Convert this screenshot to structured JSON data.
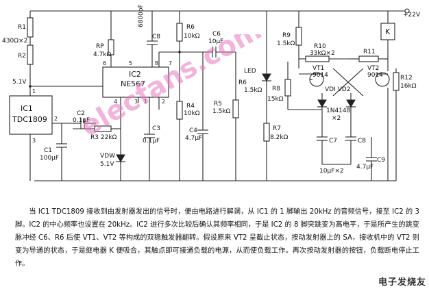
{
  "components": {
    "r1": "R1",
    "r1_val": "430Ω×2",
    "r2": "R2",
    "v51": "5.1V",
    "ic1_name": "IC1",
    "ic1_part": "TDC1809",
    "ic1_pin1": "1",
    "ic1_pin2": "2",
    "ic1_pin3": "3",
    "c1": "C1",
    "c1_val": "100μF",
    "c2": "C2",
    "c2_val": "0.1μF",
    "r3": "R3 22kΩ",
    "vdw": "VDW",
    "vdw_val": "5.1V",
    "rp": "RP",
    "rp_val": "4.7kΩ",
    "c8a": "C8",
    "c8a_val": "6800pF",
    "ic2_name": "IC2",
    "ic2_part": "NE567",
    "ic2_pin6": "6",
    "ic2_pin5": "5",
    "ic2_pin8": "8",
    "ic2_pin7": "7",
    "ic2_pin4": "4",
    "ic2_pin3": "3",
    "ic2_pin1": "1",
    "ic2_pin2": "2",
    "r6a": "R6",
    "r6a_val": "10kΩ",
    "c6": "C6",
    "c6_val": "10μF",
    "c3": "C3",
    "c3_val": "0.1μF",
    "r4": "R4",
    "r4_val": "10kΩ",
    "c4": "C4",
    "c4_val": "4.7μF",
    "r5": "R5",
    "r5_val": "1.5kΩ",
    "led": "LED",
    "r6b": "R6",
    "r6b_val": "1.5kΩ",
    "r8": "R8",
    "r8_val": "15kΩ",
    "r9": "R9",
    "r9_val": "1.5kΩ",
    "r7": "R7",
    "r7_val": "8.2kΩ",
    "r10": "R10",
    "r10_val": "33kΩ×2",
    "vt1": "VT1",
    "vt1_part": "9014",
    "vd": "VDI VD2",
    "diode_part": "1N4148",
    "diode_qty": "×2",
    "c7": "C7",
    "c8b": "C8",
    "c78_val": "10μF×2",
    "r11": "R11",
    "vt2": "VT2",
    "vt2_part": "9014",
    "r12": "R12",
    "r12_val": "16kΩ",
    "relay": "K",
    "supply": "+22V",
    "c9": "C9",
    "c9_val": "4.7μF"
  },
  "caption": "当 IC1 TDC1809 接收到由发射器发出的信号时，便由电路进行解调，从 IC1 的 1 脚输出 20kHz 的音频信号，接至 IC2 的 3 脚。IC2 的中心频率也设置在 20kHz。IC2 进行多次比较后确认其频率相同，于是 IC2 的 8 脚突跳变为高电平，于是所产生的跳变脉冲经 C6、R6 后使 VT1、VT2 等构成的双稳触发器翻转。假设原来 VT2 呈截止状态，按动发射器上的 SA，接收机中的 VT2 则变为导通的状态，于是继电器 K 便吸合，其触点即可接通负载的电源，从而使负载工作。再次按动发射器的按钮，负载断电停止工作。",
  "watermark": "elecfans.com",
  "logo": "电子发烧友"
}
